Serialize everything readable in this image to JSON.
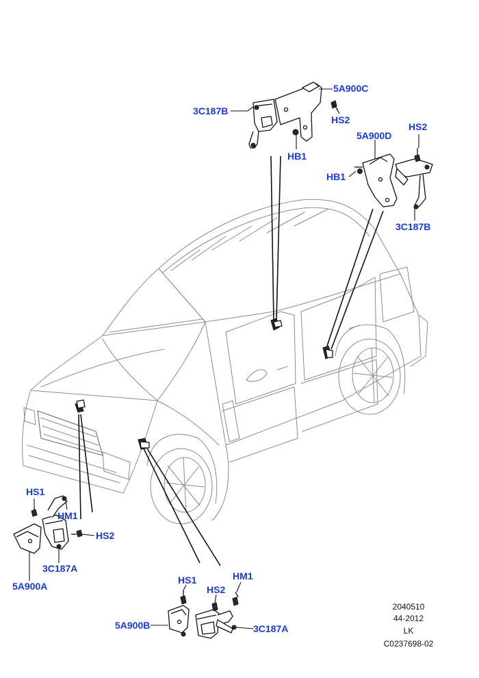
{
  "callouts": {
    "top": {
      "bracket_c": "5A900C",
      "sensor_b": "3C187B",
      "screw": "HS2",
      "nut": "HB1"
    },
    "right": {
      "screw": "HS2",
      "bracket_d": "5A900D",
      "nut": "HB1",
      "sensor_b": "3C187B"
    },
    "front_left": {
      "screw_hs1": "HS1",
      "nut_hm1": "HM1",
      "screw_hs2": "HS2",
      "sensor_a": "3C187A",
      "bracket_a": "5A900A"
    },
    "front_right": {
      "screw_hs1": "HS1",
      "nut_hm1": "HM1",
      "screw_hs2": "HS2",
      "bracket_b": "5A900B",
      "sensor_a": "3C187A"
    }
  },
  "meta": {
    "code": "2040510",
    "date": "44-2012",
    "initials": "LK",
    "ref": "C0237698-02"
  },
  "colors": {
    "callout": "#1a3ad6",
    "line": "#111111",
    "car_outline": "#8a8a8a"
  }
}
